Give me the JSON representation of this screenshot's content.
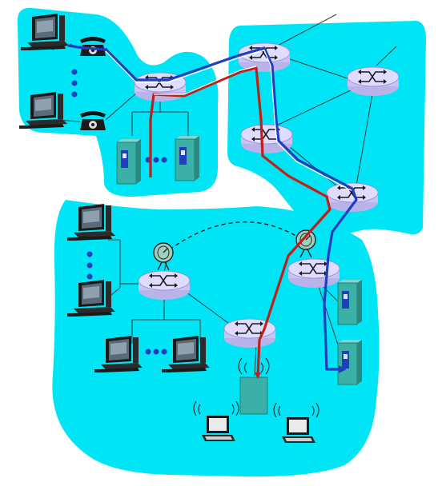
{
  "diagram": {
    "colors": {
      "network_region": "#00e5f5",
      "router_body": "#c8c3f0",
      "router_top": "#ddd9ff",
      "path_blue": "#1f3fbf",
      "path_red": "#c0201a",
      "server_body": "#3ab0a6",
      "link_line": "#3d3d3d"
    },
    "icons": [
      "router-icon",
      "computer-icon",
      "telephone-icon",
      "server-icon",
      "laptop-icon",
      "satellite-dish-icon",
      "wireless-access-point-icon",
      "ellipsis-dots-icon"
    ],
    "counts": {
      "network_regions": 3,
      "routers": 8,
      "computers": 6,
      "telephones": 2,
      "servers": 4,
      "laptops": 2,
      "satellite_dishes": 2,
      "access_points": 1
    }
  }
}
